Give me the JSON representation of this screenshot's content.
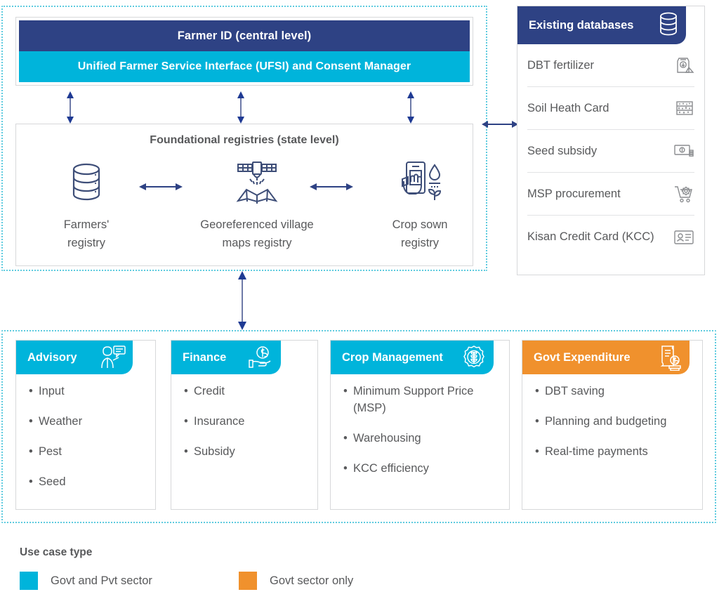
{
  "colors": {
    "navy": "#2E4284",
    "cyan": "#00B4DB",
    "orange": "#F0912D",
    "dashed_border": "#5ECBDF",
    "text": "#58595b",
    "icon_stroke": "#3E4E78"
  },
  "top": {
    "farmer_id_label": "Farmer ID (central level)",
    "ufsi_label": "Unified Farmer Service Interface (UFSI) and Consent Manager"
  },
  "registries": {
    "title": "Foundational registries (state level)",
    "columns": [
      {
        "label": "Farmers'\nregistry",
        "icon": "database-cylinder-icon"
      },
      {
        "label": "Georeferenced village\nmaps registry",
        "icon": "satellite-map-icon"
      },
      {
        "label": "Crop sown\nregistry",
        "icon": "hand-mobile-crop-icon"
      }
    ]
  },
  "databases": {
    "title": "Existing databases",
    "header_icon": "database-stack-icon",
    "items": [
      {
        "name": "DBT fertilizer",
        "icon": "fertilizer-bag-icon"
      },
      {
        "name": "Soil Heath Card",
        "icon": "soil-layers-icon"
      },
      {
        "name": "Seed subsidy",
        "icon": "banknote-icon"
      },
      {
        "name": "MSP procurement",
        "icon": "cart-gear-icon"
      },
      {
        "name": "Kisan Credit Card (KCC)",
        "icon": "id-card-icon"
      }
    ]
  },
  "use_cases": [
    {
      "title": "Advisory",
      "icon": "advisor-person-icon",
      "color": "#00B4DB",
      "items": [
        "Input",
        "Weather",
        "Pest",
        "Seed"
      ]
    },
    {
      "title": "Finance",
      "icon": "hand-coin-icon",
      "color": "#00B4DB",
      "items": [
        "Credit",
        "Insurance",
        "Subsidy"
      ]
    },
    {
      "title": "Crop Management",
      "icon": "gear-wheat-icon",
      "color": "#00B4DB",
      "items": [
        "Minimum Support Price (MSP)",
        "Warehousing",
        "KCC efficiency"
      ]
    },
    {
      "title": "Govt Expenditure",
      "icon": "invoice-money-icon",
      "color": "#F0912D",
      "items": [
        "DBT saving",
        "Planning and budgeting",
        "Real-time payments"
      ]
    }
  ],
  "legend": {
    "title": "Use case type",
    "items": [
      {
        "label": "Govt and Pvt sector",
        "color": "#00B4DB"
      },
      {
        "label": "Govt sector only",
        "color": "#F0912D"
      }
    ]
  },
  "bullet_char": "•"
}
